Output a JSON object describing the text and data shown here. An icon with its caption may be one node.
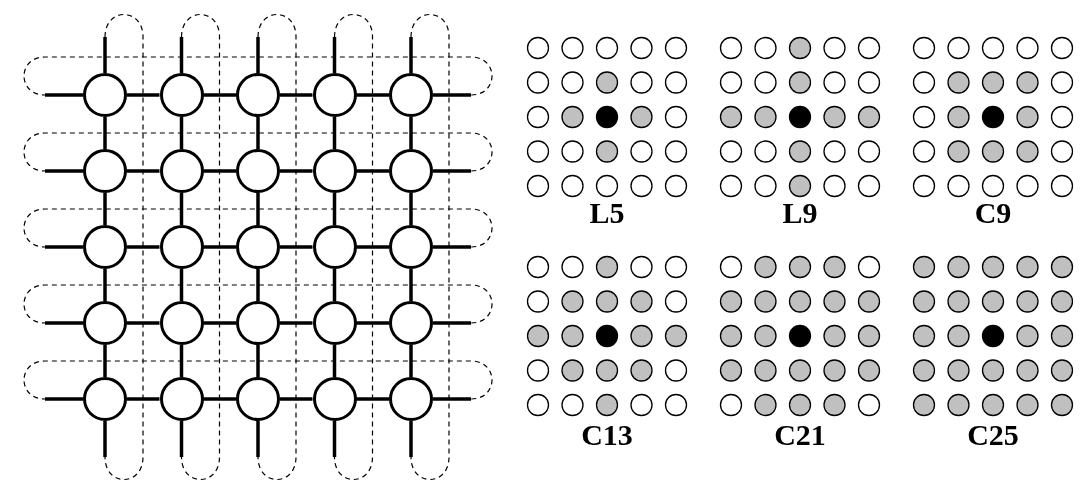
{
  "diagram": {
    "nodes": [
      {
        "text": [],
        "shape": "circle"
      },
      {
        "text": [],
        "shape": "circle"
      },
      {
        "text": [],
        "shape": "circle"
      },
      {
        "text": [],
        "shape": "circle"
      },
      {
        "text": [],
        "shape": "circle"
      },
      {
        "text": [],
        "shape": "circle"
      },
      {
        "text": [],
        "shape": "circle"
      },
      {
        "text": [],
        "shape": "circle"
      },
      {
        "text": [],
        "shape": "circle"
      },
      {
        "text": [],
        "shape": "circle"
      },
      {
        "text": [],
        "shape": "circle"
      },
      {
        "text": [],
        "shape": "circle"
      },
      {
        "text": [],
        "shape": "circle"
      },
      {
        "text": [],
        "shape": "circle"
      },
      {
        "text": [],
        "shape": "circle"
      },
      {
        "text": [],
        "shape": "circle"
      },
      {
        "text": [],
        "shape": "circle"
      },
      {
        "text": [],
        "shape": "circle"
      },
      {
        "text": [],
        "shape": "circle"
      },
      {
        "text": [],
        "shape": "circle"
      },
      {
        "text": [],
        "shape": "circle"
      },
      {
        "text": [],
        "shape": "circle"
      },
      {
        "text": [],
        "shape": "circle"
      },
      {
        "text": [],
        "shape": "circle"
      },
      {
        "text": [],
        "shape": "circle"
      }
    ],
    "edges": [
      {
        "from": 0,
        "to": 1,
        "arrow": "none"
      },
      {
        "from": 1,
        "to": 2,
        "arrow": "none"
      },
      {
        "from": 2,
        "to": 3,
        "arrow": "none"
      },
      {
        "from": 3,
        "to": 4,
        "arrow": "none"
      },
      {
        "from": 5,
        "to": 6,
        "arrow": "none"
      },
      {
        "from": 6,
        "to": 7,
        "arrow": "none"
      },
      {
        "from": 7,
        "to": 8,
        "arrow": "none"
      },
      {
        "from": 8,
        "to": 9,
        "arrow": "none"
      },
      {
        "from": 10,
        "to": 11,
        "arrow": "none"
      },
      {
        "from": 11,
        "to": 12,
        "arrow": "none"
      },
      {
        "from": 12,
        "to": 13,
        "arrow": "none"
      },
      {
        "from": 13,
        "to": 14,
        "arrow": "none"
      },
      {
        "from": 15,
        "to": 16,
        "arrow": "none"
      },
      {
        "from": 16,
        "to": 17,
        "arrow": "none"
      },
      {
        "from": 17,
        "to": 18,
        "arrow": "none"
      },
      {
        "from": 18,
        "to": 19,
        "arrow": "none"
      },
      {
        "from": 20,
        "to": 21,
        "arrow": "none"
      },
      {
        "from": 21,
        "to": 22,
        "arrow": "none"
      },
      {
        "from": 22,
        "to": 23,
        "arrow": "none"
      },
      {
        "from": 23,
        "to": 24,
        "arrow": "none"
      },
      {
        "from": 0,
        "to": 5,
        "arrow": "none"
      },
      {
        "from": 5,
        "to": 10,
        "arrow": "none"
      },
      {
        "from": 10,
        "to": 15,
        "arrow": "none"
      },
      {
        "from": 15,
        "to": 20,
        "arrow": "none"
      },
      {
        "from": 1,
        "to": 6,
        "arrow": "none"
      },
      {
        "from": 6,
        "to": 11,
        "arrow": "none"
      },
      {
        "from": 11,
        "to": 16,
        "arrow": "none"
      },
      {
        "from": 16,
        "to": 21,
        "arrow": "none"
      },
      {
        "from": 2,
        "to": 7,
        "arrow": "none"
      },
      {
        "from": 7,
        "to": 12,
        "arrow": "none"
      },
      {
        "from": 12,
        "to": 17,
        "arrow": "none"
      },
      {
        "from": 17,
        "to": 22,
        "arrow": "none"
      },
      {
        "from": 3,
        "to": 8,
        "arrow": "none"
      },
      {
        "from": 8,
        "to": 13,
        "arrow": "none"
      },
      {
        "from": 13,
        "to": 18,
        "arrow": "none"
      },
      {
        "from": 18,
        "to": 23,
        "arrow": "none"
      },
      {
        "from": 4,
        "to": 9,
        "arrow": "none"
      },
      {
        "from": 9,
        "to": 14,
        "arrow": "none"
      },
      {
        "from": 14,
        "to": 19,
        "arrow": "none"
      },
      {
        "from": 19,
        "to": 24,
        "arrow": "none"
      },
      {
        "from": 0,
        "to": 4,
        "arrow": "none",
        "style": "dashed"
      },
      {
        "from": 5,
        "to": 9,
        "arrow": "none",
        "style": "dashed"
      },
      {
        "from": 10,
        "to": 14,
        "arrow": "none",
        "style": "dashed"
      },
      {
        "from": 15,
        "to": 19,
        "arrow": "none",
        "style": "dashed"
      },
      {
        "from": 20,
        "to": 24,
        "arrow": "none",
        "style": "dashed"
      },
      {
        "from": 0,
        "to": 20,
        "arrow": "none",
        "style": "dashed"
      },
      {
        "from": 1,
        "to": 21,
        "arrow": "none",
        "style": "dashed"
      },
      {
        "from": 2,
        "to": 22,
        "arrow": "none",
        "style": "dashed"
      },
      {
        "from": 3,
        "to": 23,
        "arrow": "none",
        "style": "dashed"
      },
      {
        "from": 4,
        "to": 24,
        "arrow": "none",
        "style": "dashed"
      }
    ],
    "labels": [
      "L5",
      "L9",
      "C9",
      "C13",
      "C21",
      "C25"
    ]
  }
}
